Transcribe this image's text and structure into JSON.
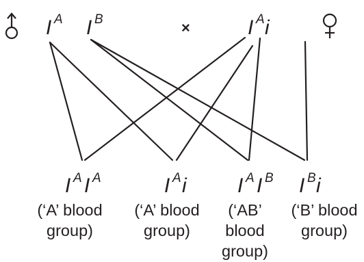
{
  "parents": {
    "male": {
      "symbol": "male-symbol",
      "alleles": [
        {
          "base": "I",
          "sup": "A"
        },
        {
          "base": "I",
          "sup": "B"
        }
      ]
    },
    "cross_sign": "×",
    "female": {
      "symbol": "female-symbol",
      "alleles": [
        {
          "base": "I",
          "sup": "A"
        },
        {
          "base": "i",
          "sup": ""
        }
      ]
    }
  },
  "offspring": [
    {
      "genotype": [
        {
          "base": "I",
          "sup": "A"
        },
        {
          "base": "I",
          "sup": "A"
        }
      ],
      "label_lines": [
        "(‘A’ blood",
        "group)"
      ]
    },
    {
      "genotype": [
        {
          "base": "I",
          "sup": "A"
        },
        {
          "base": "i",
          "sup": ""
        }
      ],
      "label_lines": [
        "(‘A’ blood",
        "group)"
      ]
    },
    {
      "genotype": [
        {
          "base": "I",
          "sup": "A"
        },
        {
          "base": "I",
          "sup": "B"
        }
      ],
      "label_lines": [
        "(‘AB’",
        "blood",
        "group)"
      ]
    },
    {
      "genotype": [
        {
          "base": "I",
          "sup": "B"
        },
        {
          "base": "i",
          "sup": ""
        }
      ],
      "label_lines": [
        "(‘B’ blood",
        "group)"
      ]
    }
  ]
}
